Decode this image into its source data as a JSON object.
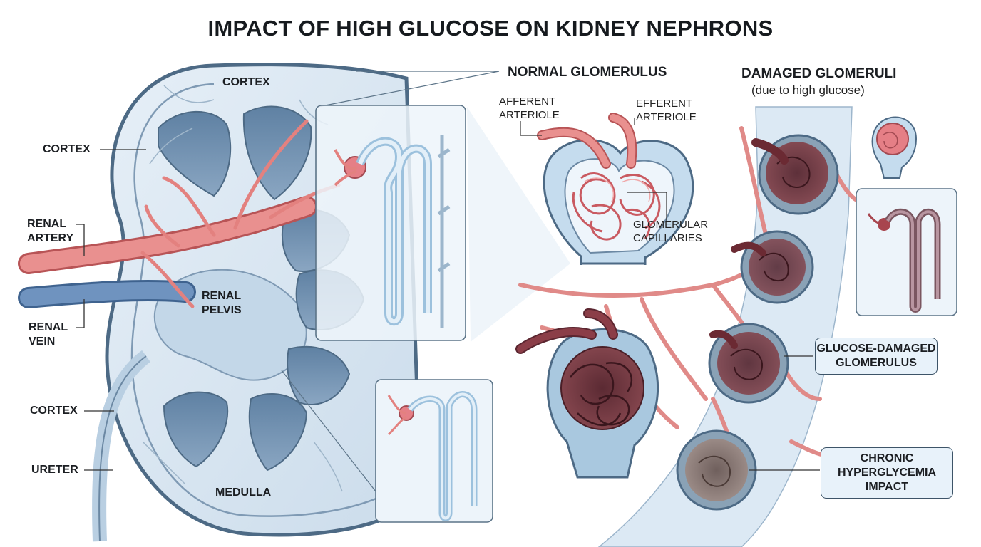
{
  "title": "IMPACT OF HIGH GLUCOSE ON KIDNEY NEPHRONS",
  "kidney": {
    "cortex_top": "CORTEX",
    "cortex_left": "CORTEX",
    "renal_artery": [
      "RENAL",
      "ARTERY"
    ],
    "renal_vein": [
      "RENAL",
      "VEIN"
    ],
    "renal_pelvis": [
      "RENAL",
      "PELVIS"
    ],
    "cortex_bottom": "CORTEX",
    "ureter": "URETER",
    "medulla": "MEDULLA"
  },
  "normal": {
    "header": "NORMAL GLOMERULUS",
    "afferent": [
      "AFFERENT",
      "ARTERIOLE"
    ],
    "efferent": [
      "EFFERENT",
      "ARTERIOLE"
    ],
    "capillaries": [
      "GLOMERULAR",
      "CAPILLARIES"
    ]
  },
  "damaged": {
    "header": "DAMAGED GLOMERULI",
    "subheader": "(due to high glucose)",
    "glucose_box": [
      "GLUCOSE-DAMAGED",
      "GLOMERULUS"
    ],
    "chronic_box": [
      "CHRONIC",
      "HYPERGLYCEMIA",
      "IMPACT"
    ]
  },
  "colors": {
    "kidney_fill": "#dbe8f3",
    "kidney_outline": "#4d6a85",
    "pyramid": "#6f8fae",
    "artery": "#e5898a",
    "vein": "#5a80b0",
    "damaged": "#7a3640",
    "tubule": "#c9e0f0"
  }
}
